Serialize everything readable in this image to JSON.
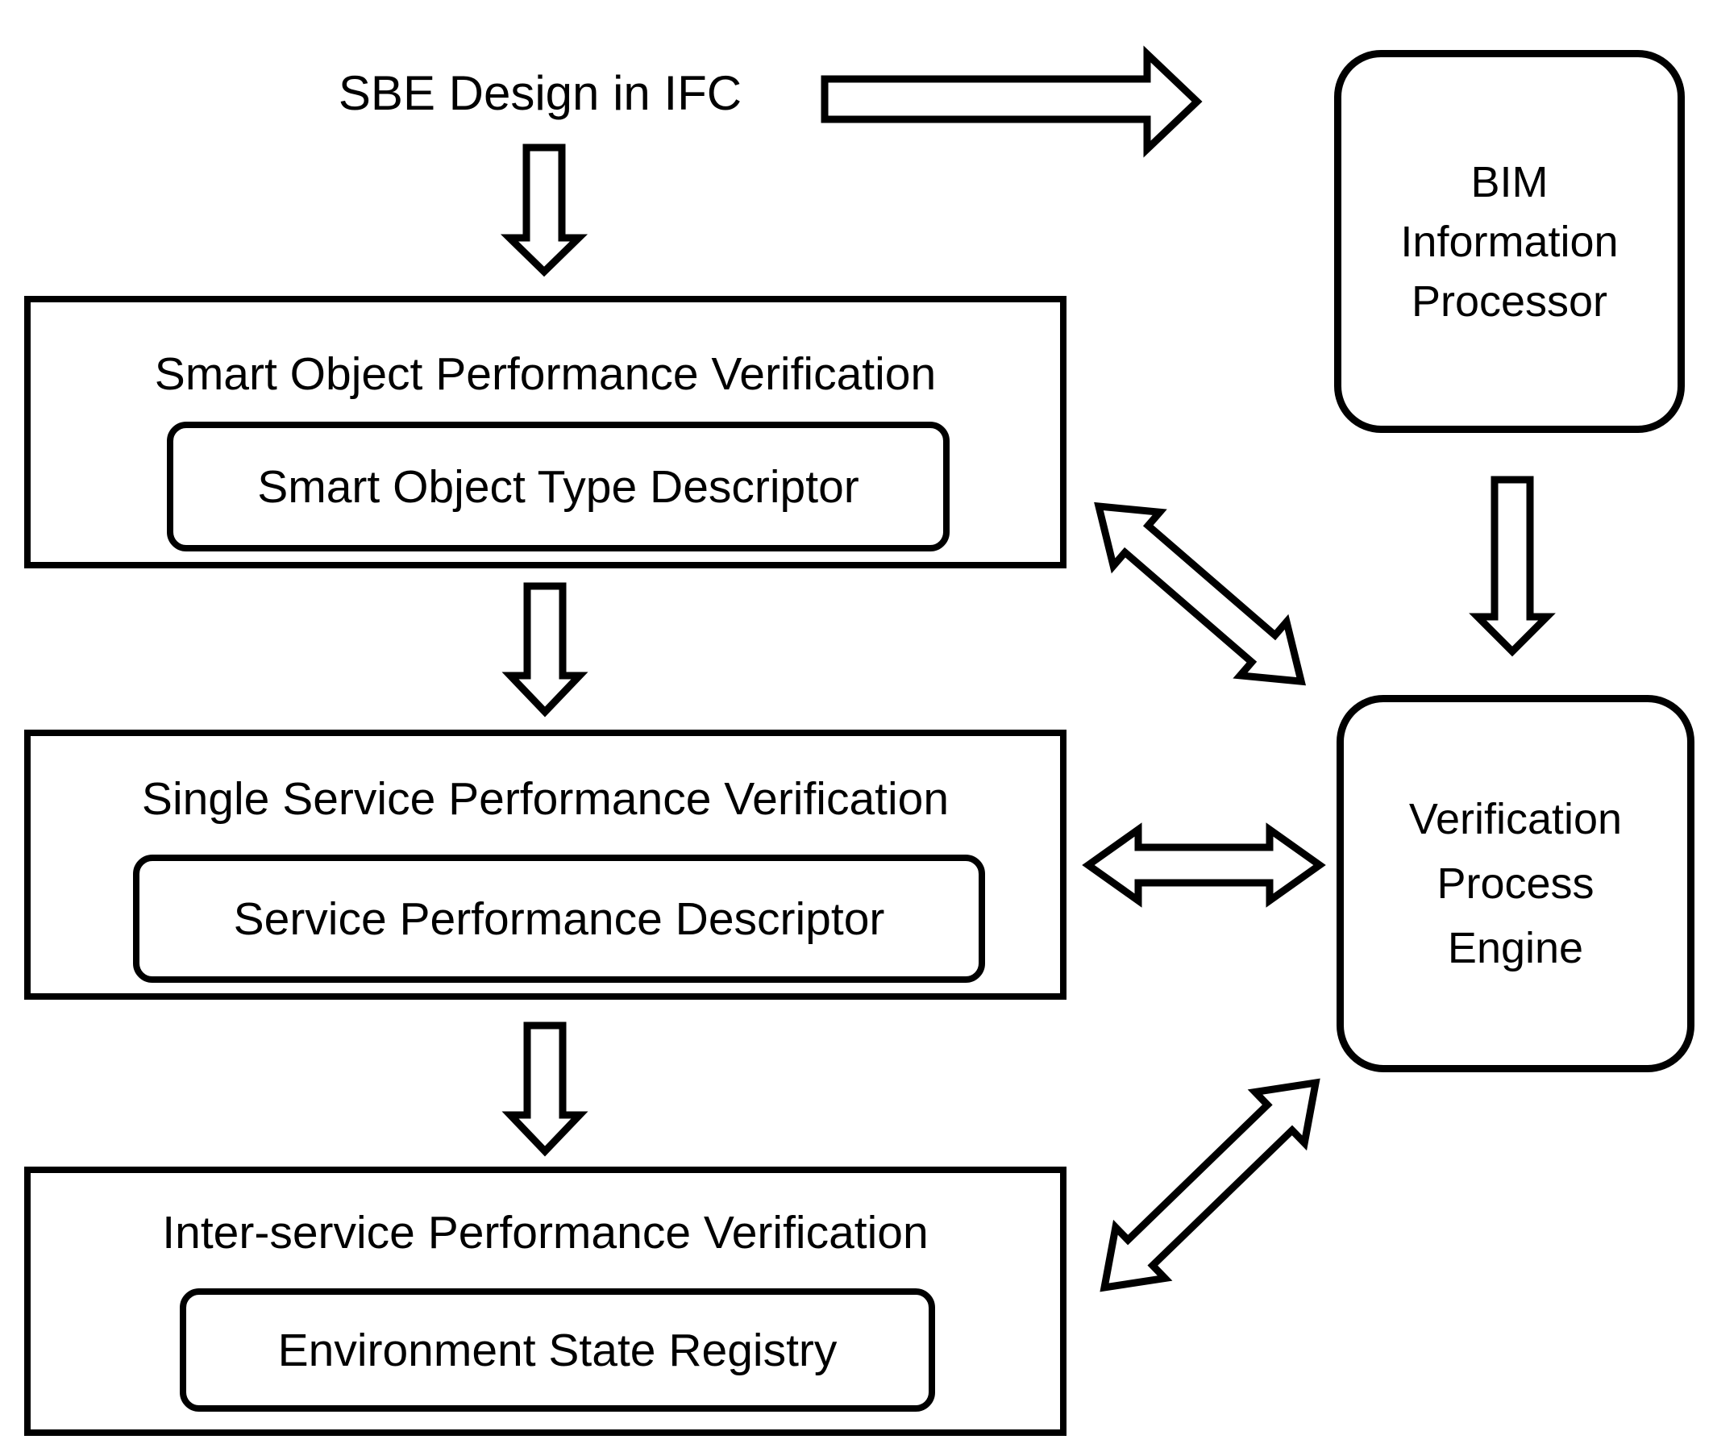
{
  "diagram_title": "SBE Design in IFC",
  "colors": {
    "stroke": "#000000",
    "fill": "#ffffff"
  },
  "nodes": {
    "sbe_design": {
      "label": "SBE Design in IFC"
    },
    "smart_object": {
      "label": "Smart Object Performance Verification",
      "inner": "Smart Object Type Descriptor"
    },
    "single_service": {
      "label": "Single Service Performance Verification",
      "inner": "Service Performance Descriptor"
    },
    "inter_service": {
      "label": "Inter-service Performance Verification",
      "inner": "Environment State Registry"
    },
    "bim": {
      "lines": [
        "BIM",
        "Information",
        "Processor"
      ]
    },
    "vpe": {
      "lines": [
        "Verification",
        "Process",
        "Engine"
      ]
    }
  },
  "arrows": [
    {
      "name": "sbe-to-bim",
      "from": "SBE Design in IFC",
      "to": "BIM Information Processor",
      "direction": "one-way",
      "orientation": "right"
    },
    {
      "name": "sbe-to-smart-object",
      "from": "SBE Design in IFC",
      "to": "Smart Object Performance Verification",
      "direction": "one-way",
      "orientation": "down"
    },
    {
      "name": "smart-object-to-single-service",
      "from": "Smart Object Performance Verification",
      "to": "Single Service Performance Verification",
      "direction": "one-way",
      "orientation": "down"
    },
    {
      "name": "single-service-to-inter-service",
      "from": "Single Service Performance Verification",
      "to": "Inter-service Performance Verification",
      "direction": "one-way",
      "orientation": "down"
    },
    {
      "name": "bim-to-vpe",
      "from": "BIM Information Processor",
      "to": "Verification Process Engine",
      "direction": "one-way",
      "orientation": "down"
    },
    {
      "name": "smart-object-vpe",
      "from": "Smart Object Performance Verification",
      "to": "Verification Process Engine",
      "direction": "two-way",
      "orientation": "diagonal"
    },
    {
      "name": "single-service-vpe",
      "from": "Single Service Performance Verification",
      "to": "Verification Process Engine",
      "direction": "two-way",
      "orientation": "horizontal"
    },
    {
      "name": "inter-service-vpe",
      "from": "Inter-service Performance Verification",
      "to": "Verification Process Engine",
      "direction": "two-way",
      "orientation": "diagonal"
    }
  ]
}
